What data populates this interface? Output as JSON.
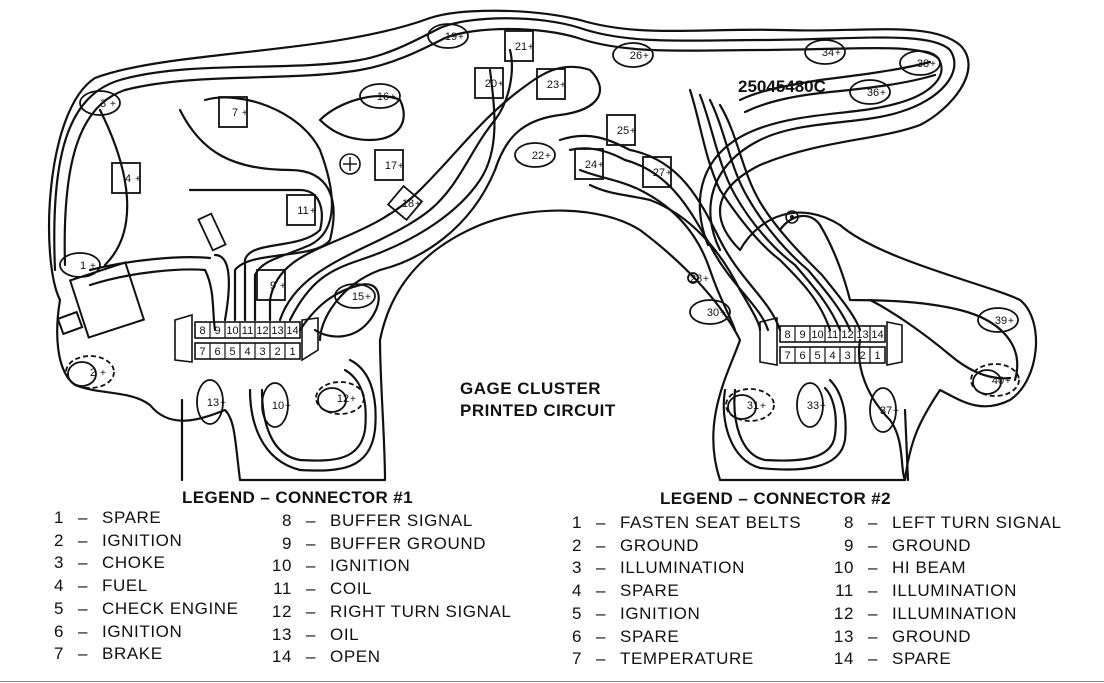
{
  "diagram": {
    "part_number": "25045480C",
    "title_line1": "GAGE CLUSTER",
    "title_line2": "PRINTED CIRCUIT",
    "bulbs": [
      "1",
      "2",
      "3",
      "4",
      "7",
      "9",
      "10",
      "11",
      "12",
      "13",
      "15",
      "16",
      "17",
      "18",
      "19",
      "20",
      "21",
      "22",
      "23",
      "24",
      "25",
      "26",
      "27",
      "28",
      "30",
      "31",
      "33",
      "34",
      "36",
      "37",
      "38",
      "39",
      "40"
    ],
    "connector1_pins_top": [
      "8",
      "9",
      "10",
      "11",
      "12",
      "13",
      "14"
    ],
    "connector1_pins_bottom": [
      "7",
      "6",
      "5",
      "4",
      "3",
      "2",
      "1"
    ],
    "connector2_pins_top": [
      "8",
      "9",
      "10",
      "11",
      "12",
      "13",
      "14"
    ],
    "connector2_pins_bottom": [
      "7",
      "6",
      "5",
      "4",
      "3",
      "2",
      "1"
    ]
  },
  "legend1": {
    "title": "LEGEND – CONNECTOR #1",
    "left": [
      {
        "num": "1",
        "label": "SPARE"
      },
      {
        "num": "2",
        "label": "IGNITION"
      },
      {
        "num": "3",
        "label": "CHOKE"
      },
      {
        "num": "4",
        "label": "FUEL"
      },
      {
        "num": "5",
        "label": "CHECK ENGINE"
      },
      {
        "num": "6",
        "label": "IGNITION"
      },
      {
        "num": "7",
        "label": "BRAKE"
      }
    ],
    "right": [
      {
        "num": "8",
        "label": "BUFFER SIGNAL"
      },
      {
        "num": "9",
        "label": "BUFFER GROUND"
      },
      {
        "num": "10",
        "label": "IGNITION"
      },
      {
        "num": "11",
        "label": "COIL"
      },
      {
        "num": "12",
        "label": "RIGHT TURN SIGNAL"
      },
      {
        "num": "13",
        "label": "OIL"
      },
      {
        "num": "14",
        "label": "OPEN"
      }
    ]
  },
  "legend2": {
    "title": "LEGEND – CONNECTOR #2",
    "left": [
      {
        "num": "1",
        "label": "FASTEN SEAT BELTS"
      },
      {
        "num": "2",
        "label": "GROUND"
      },
      {
        "num": "3",
        "label": "ILLUMINATION"
      },
      {
        "num": "4",
        "label": "SPARE"
      },
      {
        "num": "5",
        "label": "IGNITION"
      },
      {
        "num": "6",
        "label": "SPARE"
      },
      {
        "num": "7",
        "label": "TEMPERATURE"
      }
    ],
    "right": [
      {
        "num": "8",
        "label": "LEFT TURN SIGNAL"
      },
      {
        "num": "9",
        "label": "GROUND"
      },
      {
        "num": "10",
        "label": "HI BEAM"
      },
      {
        "num": "11",
        "label": "ILLUMINATION"
      },
      {
        "num": "12",
        "label": "ILLUMINATION"
      },
      {
        "num": "13",
        "label": "GROUND"
      },
      {
        "num": "14",
        "label": "SPARE"
      }
    ]
  }
}
